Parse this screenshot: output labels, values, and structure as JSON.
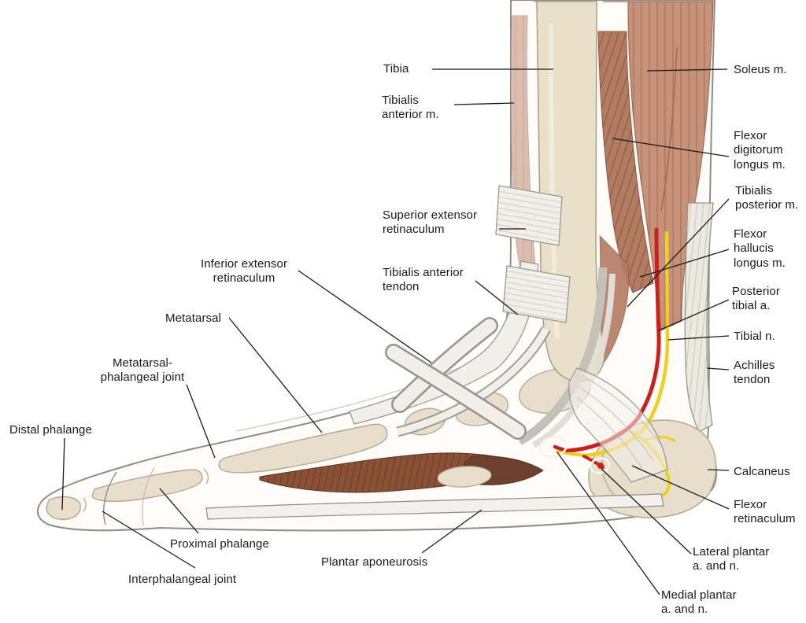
{
  "figure": {
    "type": "anatomical-diagram",
    "subject": "Foot and ankle, medial view",
    "colors": {
      "artery": "#c92121",
      "nerve": "#f0cf1d",
      "bone": "#e7decb",
      "muscle": "#c6927a",
      "deep_muscle": "#8a5038",
      "tendon": "#f1efe8",
      "outline": "#8d8d8b",
      "label_text": "#1a1a1a"
    }
  },
  "labels": {
    "tibia": "Tibia",
    "tibialis_anterior_m": "Tibialis anterior m.",
    "superior_extensor_retinaculum": "Superior extensor retinaculum",
    "tibialis_anterior_tendon": "Tibialis anterior tendon",
    "inferior_extensor_retinaculum": "Inferior extensor retinaculum",
    "metatarsal": "Metatarsal",
    "metatarsal_phalangeal_joint": "Metatarsal-phalangeal joint",
    "distal_phalange": "Distal phalange",
    "proximal_phalange": "Proximal phalange",
    "interphalangeal_joint": "Interphalangeal joint",
    "plantar_aponeurosis": "Plantar aponeurosis",
    "soleus_m": "Soleus m.",
    "flexor_digitorum_longus_m": "Flexor digitorum longus m.",
    "tibialis_posterior_m": "Tibialis posterior m.",
    "flexor_hallucis_longus_m": "Flexor hallucis longus m.",
    "posterior_tibial_a": "Posterior tibial a.",
    "tibial_n": "Tibial n.",
    "achilles_tendon": "Achilles tendon",
    "calcaneus": "Calcaneus",
    "flexor_retinaculum": "Flexor retinaculum",
    "lateral_plantar_a_n": "Lateral plantar a. and n.",
    "medial_plantar_a_n": "Medial plantar a. and n."
  }
}
